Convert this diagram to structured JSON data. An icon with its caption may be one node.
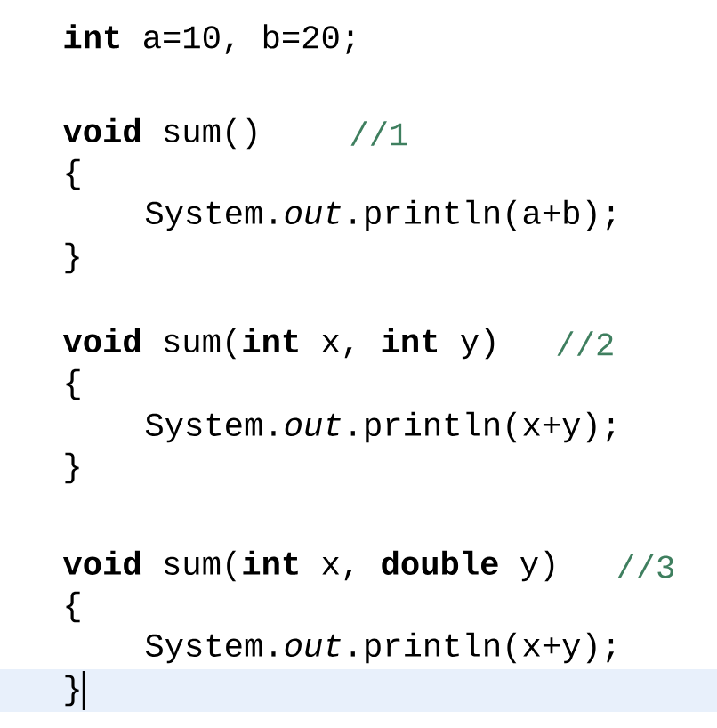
{
  "diagram": {
    "labels": [
      "**int** a=10, b=20;",
      "**void** sum()",
      "//1",
      "{",
      "System.*out*.println(a+b);",
      "}",
      "**void** sum(**int** x, **int** y)",
      "//2",
      "{",
      "System.*out*.println(x+y);",
      "}",
      "**void** sum(**int** x, **double** y)",
      "//3",
      "{",
      "System.*out*.println(x+y);",
      "}"
    ]
  }
}
